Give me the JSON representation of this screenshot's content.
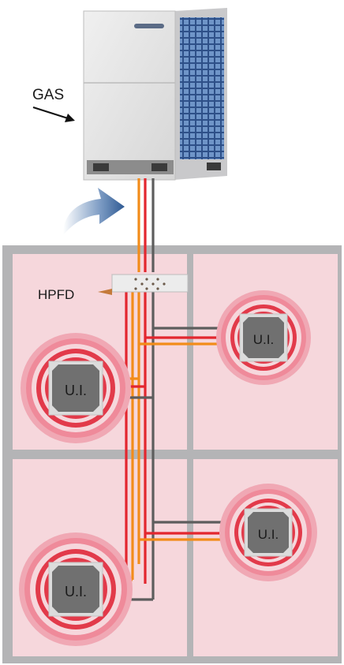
{
  "labels": {
    "gas": "GAS",
    "hpfd": "HPFD",
    "indoor_units": [
      "U.I.",
      "U.I.",
      "U.I.",
      "U.I."
    ]
  },
  "colors": {
    "room_fill": "#f6d7dc",
    "wall": "#b4b4b6",
    "pipe_orange": "#f28c1a",
    "pipe_red": "#e3262e",
    "pipe_gray": "#5d5d5d",
    "unit_body": "#707070",
    "unit_frame": "#dcdcdc",
    "ring_outer": "#ef9aa8",
    "ring_inner": "#e23a4a",
    "airflow_arrow": "#3f6aa0",
    "outdoor_unit_body": "#e4e4e4",
    "outdoor_unit_grille": "#3a5f99"
  },
  "icons": {
    "outdoor_unit": "outdoor-unit-icon",
    "airflow": "curved-arrow-icon",
    "gas_pointer": "arrow-icon",
    "hpfd_box": "distributor-box-icon",
    "indoor_unit": "cassette-unit-icon"
  }
}
